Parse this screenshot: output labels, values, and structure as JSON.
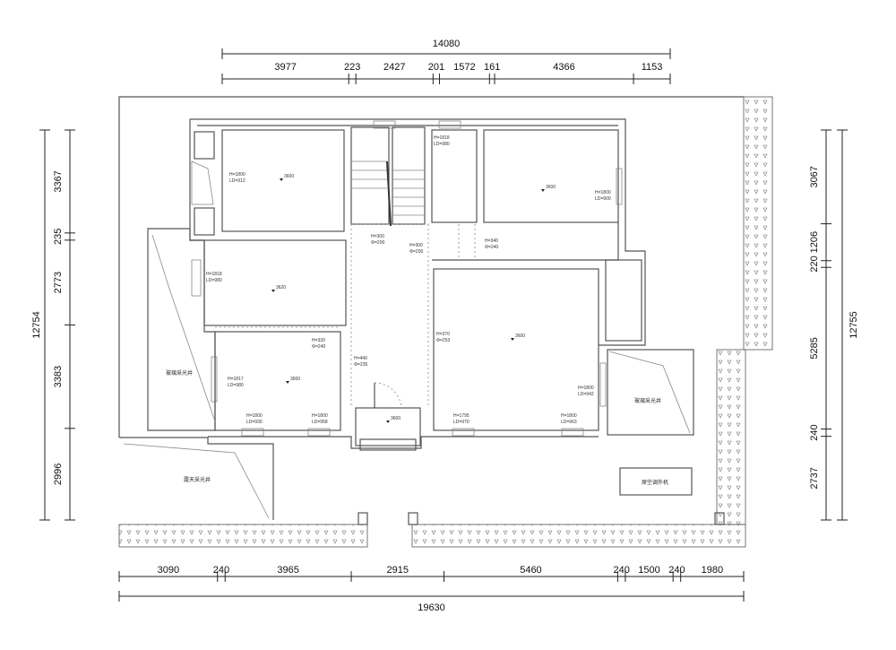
{
  "dimensions": {
    "top_total": "14080",
    "top": [
      "3977",
      "223",
      "2427",
      "201",
      "1572",
      "161",
      "4366",
      "1153"
    ],
    "bottom_total": "19630",
    "bottom": [
      "3090",
      "240",
      "3965",
      "2915",
      "5460",
      "240",
      "1500",
      "240",
      "1980"
    ],
    "left_total": "12754",
    "left": [
      "3367",
      "235",
      "2773",
      "3383",
      "2996"
    ],
    "right_total": "12755",
    "right": [
      "3067",
      "1206",
      "220",
      "5285",
      "240",
      "2737"
    ]
  },
  "rooms": {
    "light_well_left": "玻璃采光井",
    "light_well_right": "玻璃采光井",
    "open_light_well": "露天采光井",
    "ac_unit": "原空调外机"
  },
  "notes": [
    {
      "a": "H=1800",
      "b": "LD=912"
    },
    {
      "a": "H=1818",
      "b": "LD=980"
    },
    {
      "a": "H=300",
      "b": "Φ=200"
    },
    {
      "a": "H=300",
      "b": "Φ=200"
    },
    {
      "a": "H=1818",
      "b": "LD=980"
    },
    {
      "a": "H=1800",
      "b": "LD=900"
    },
    {
      "a": "H=340",
      "b": "Φ=240"
    },
    {
      "a": "H=330",
      "b": "Φ=240"
    },
    {
      "a": "H=1817",
      "b": "LD=980"
    },
    {
      "a": "H=440",
      "b": "Φ=235"
    },
    {
      "a": "H=1800",
      "b": "LD=930"
    },
    {
      "a": "H=1800",
      "b": "LD=958"
    },
    {
      "a": "H=370",
      "b": "Φ=253"
    },
    {
      "a": "H=1800",
      "b": "LD=942"
    },
    {
      "a": "H=1795",
      "b": "LD=970"
    },
    {
      "a": "H=1800",
      "b": "LD=963"
    }
  ],
  "levels": [
    "3600",
    "3620",
    "3600",
    "3600",
    "3600",
    "3600"
  ]
}
